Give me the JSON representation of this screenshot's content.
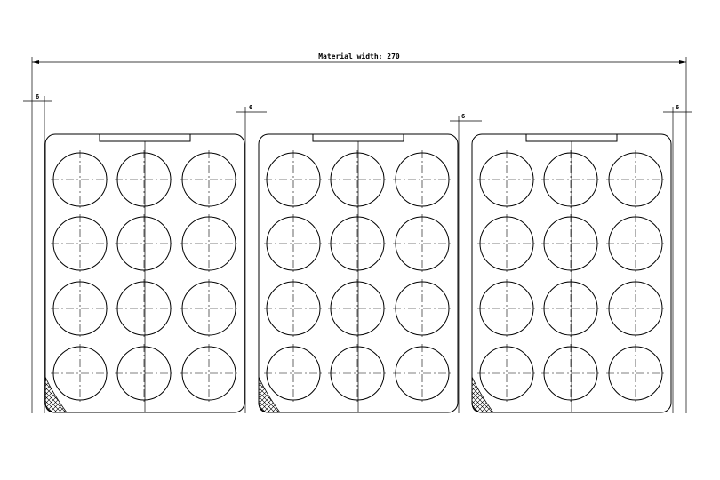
{
  "drawing": {
    "material_width_label": "Material width: 270",
    "edge_dimension_label": "6",
    "edge_dimensions": [
      "6",
      "6",
      "6",
      "6"
    ]
  },
  "layout": {
    "tray_count": 3,
    "rows_per_tray": 4,
    "cols_per_tray": 3,
    "hatched_corner": "bottom-left"
  }
}
